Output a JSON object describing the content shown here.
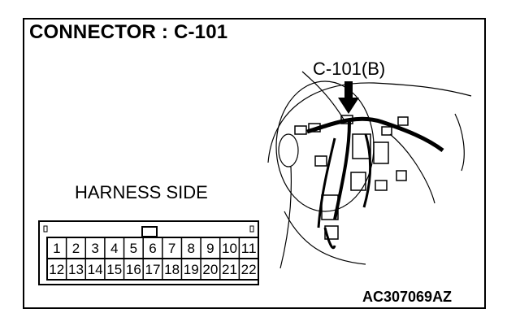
{
  "title": "CONNECTOR : C-101",
  "connector_label": "C-101(B)",
  "harness_side_label": "HARNESS SIDE",
  "figure_id": "AC307069AZ",
  "pins_top": [
    "1",
    "2",
    "3",
    "4",
    "5",
    "6",
    "7",
    "8",
    "9",
    "10",
    "11"
  ],
  "pins_bottom": [
    "12",
    "13",
    "14",
    "15",
    "16",
    "17",
    "18",
    "19",
    "20",
    "21",
    "22"
  ],
  "icons": [
    "arrow-down-icon",
    "dashboard-harness-illustration"
  ]
}
